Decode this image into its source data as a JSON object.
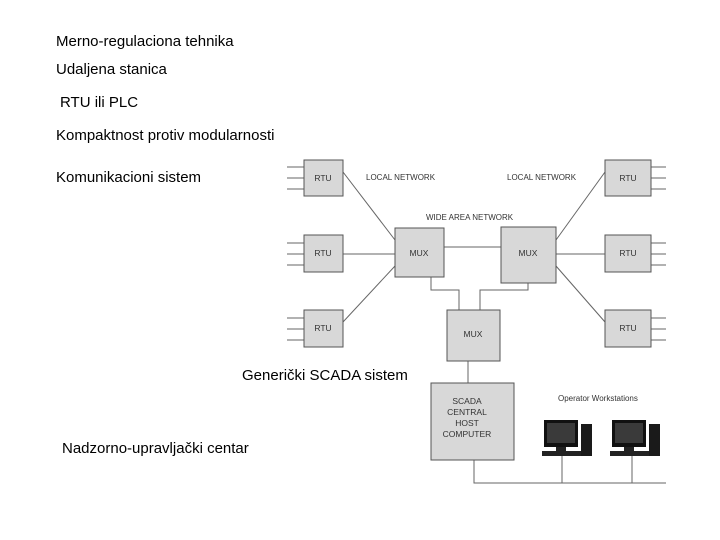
{
  "slide": {
    "bullets": [
      "Merno-regulaciona tehnika",
      "Udaljena stanica",
      "RTU ili PLC",
      "Kompaktnost protiv modularnosti",
      "Komunikacioni sistem"
    ],
    "caption_scada": "Generički SCADA sistem",
    "caption_center": "Nadzorno-upravljački centar"
  },
  "diagram": {
    "rtu_label": "RTU",
    "mux_label": "MUX",
    "local_network_left": "LOCAL NETWORK",
    "local_network_right": "LOCAL NETWORK",
    "wide_area_network": "WIDE AREA NETWORK",
    "scada_host_lines": [
      "SCADA",
      "CENTRAL",
      "HOST",
      "COMPUTER"
    ],
    "operator_workstations": "Operator Workstations"
  }
}
